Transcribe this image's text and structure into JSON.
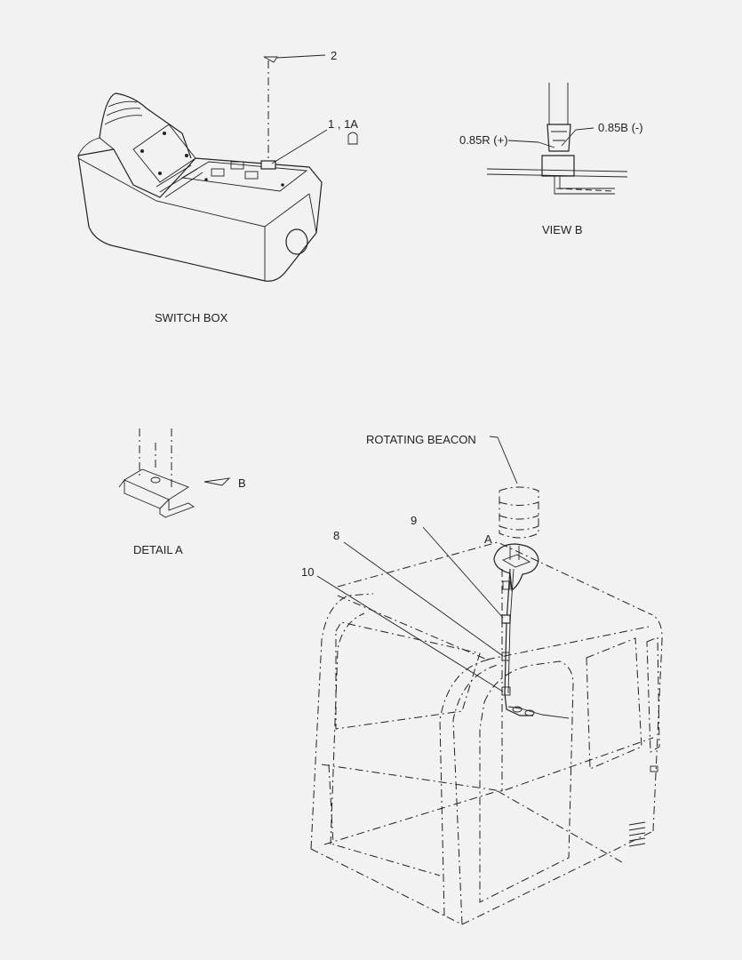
{
  "labels": {
    "part_2": "2",
    "part_1_1a": "1 , 1A",
    "switch_box": "SWITCH BOX",
    "wire_red": "0.85R (+)",
    "wire_black": "0.85B (-)",
    "view_b": "VIEW  B",
    "detail_a": "DETAIL  A",
    "arrow_b": "B",
    "rotating_beacon": "ROTATING BEACON",
    "part_9": "9",
    "part_8": "8",
    "part_10": "10",
    "marker_a": "A"
  },
  "colors": {
    "background": "#f2f2f2",
    "line": "#222222"
  }
}
